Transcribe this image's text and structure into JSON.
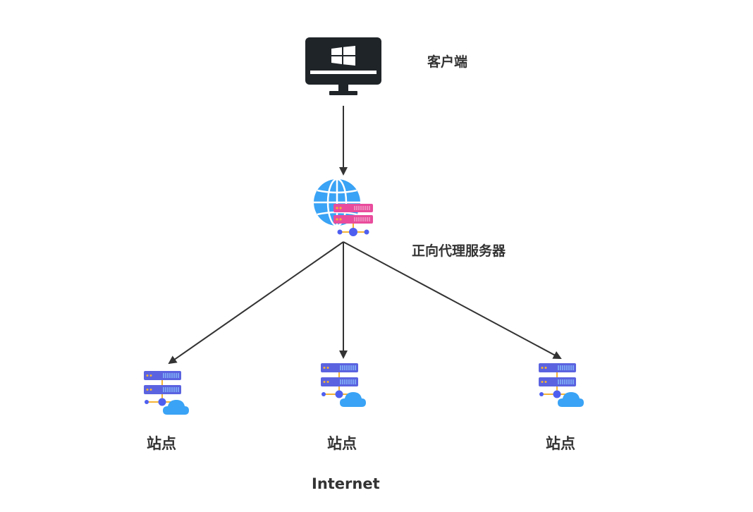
{
  "nodes": {
    "client": {
      "label": "客户端",
      "icon": "windows-monitor-icon"
    },
    "proxy": {
      "label": "正向代理服务器",
      "icon": "globe-server-icon"
    },
    "sites": [
      {
        "label": "站点",
        "icon": "server-cloud-icon"
      },
      {
        "label": "站点",
        "icon": "server-cloud-icon"
      },
      {
        "label": "站点",
        "icon": "server-cloud-icon"
      }
    ]
  },
  "network_label": "Internet",
  "colors": {
    "monitor": "#1f2428",
    "globe": "#3aa3f5",
    "proxy_server": "#e94c9c",
    "site_server": "#5b63e0",
    "site_server_grill": "#8fd0ff",
    "cloud": "#3aa3f5",
    "connector": "#f5b335",
    "node_dot": "#4e5ff0",
    "arrow": "#333333",
    "label_text": "#333333"
  },
  "edges": [
    {
      "from": "client",
      "to": "proxy"
    },
    {
      "from": "proxy",
      "to": "site-1"
    },
    {
      "from": "proxy",
      "to": "site-2"
    },
    {
      "from": "proxy",
      "to": "site-3"
    }
  ]
}
